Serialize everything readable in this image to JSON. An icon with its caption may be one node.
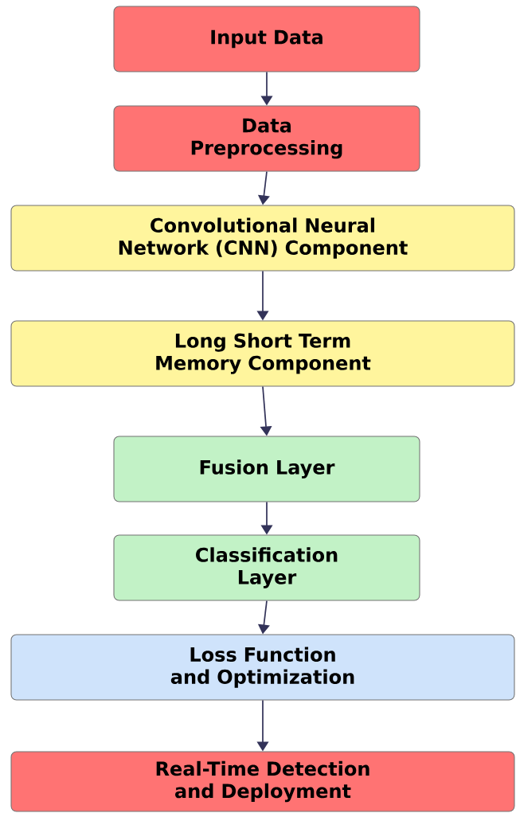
{
  "diagram": {
    "nodes": [
      {
        "text": [
          "Input Data"
        ]
      },
      {
        "text": [
          "Data Preprocessing"
        ]
      },
      {
        "text": [
          "Convolutional Neural Network (CNN) Component"
        ]
      },
      {
        "text": [
          "Long Short Term Memory Component"
        ]
      },
      {
        "text": [
          "Fusion Layer"
        ]
      },
      {
        "text": [
          "Classification Layer"
        ]
      },
      {
        "text": [
          "Loss Function and Optimization"
        ]
      },
      {
        "text": [
          "Real-Time Detection and Deployment"
        ]
      }
    ],
    "edges": [
      {
        "from": 0,
        "to": 1,
        "arrow": "to"
      },
      {
        "from": 1,
        "to": 2,
        "arrow": "to"
      },
      {
        "from": 2,
        "to": 3,
        "arrow": "to"
      },
      {
        "from": 3,
        "to": 4,
        "arrow": "to"
      },
      {
        "from": 4,
        "to": 5,
        "arrow": "to"
      },
      {
        "from": 5,
        "to": 6,
        "arrow": "to"
      },
      {
        "from": 6,
        "to": 7,
        "arrow": "to"
      }
    ]
  }
}
